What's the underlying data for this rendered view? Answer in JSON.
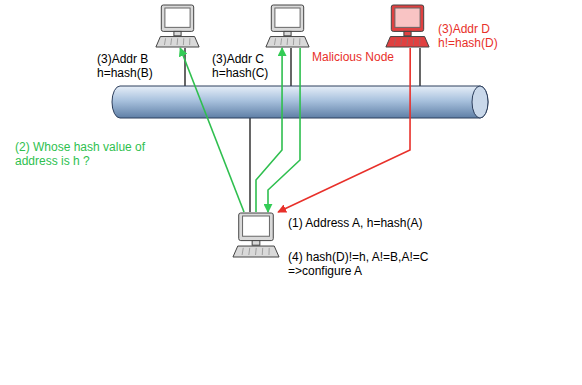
{
  "diagram": {
    "nodes": [
      {
        "text": [
          "(3)Addr B h=hash(B)"
        ]
      },
      {
        "text": [
          "(3)Addr C h=hash(C)"
        ]
      },
      {
        "text": [
          "Malicious Node",
          "(3)Addr D h!=hash(D)"
        ]
      },
      {
        "text": [
          "(1) Address A, h=hash(A)",
          "(4) hash(D)!=h, A!=B,A!=C =>configure A"
        ]
      }
    ],
    "edges": [
      {
        "from": 3,
        "to": 0,
        "arrow": "to"
      },
      {
        "from": 3,
        "to": 1,
        "arrow": "to"
      },
      {
        "from": 1,
        "to": 3,
        "arrow": "to"
      },
      {
        "from": 2,
        "to": 3,
        "arrow": "to"
      }
    ],
    "labels": [
      "(2) Whose hash value of address is h ?"
    ]
  }
}
